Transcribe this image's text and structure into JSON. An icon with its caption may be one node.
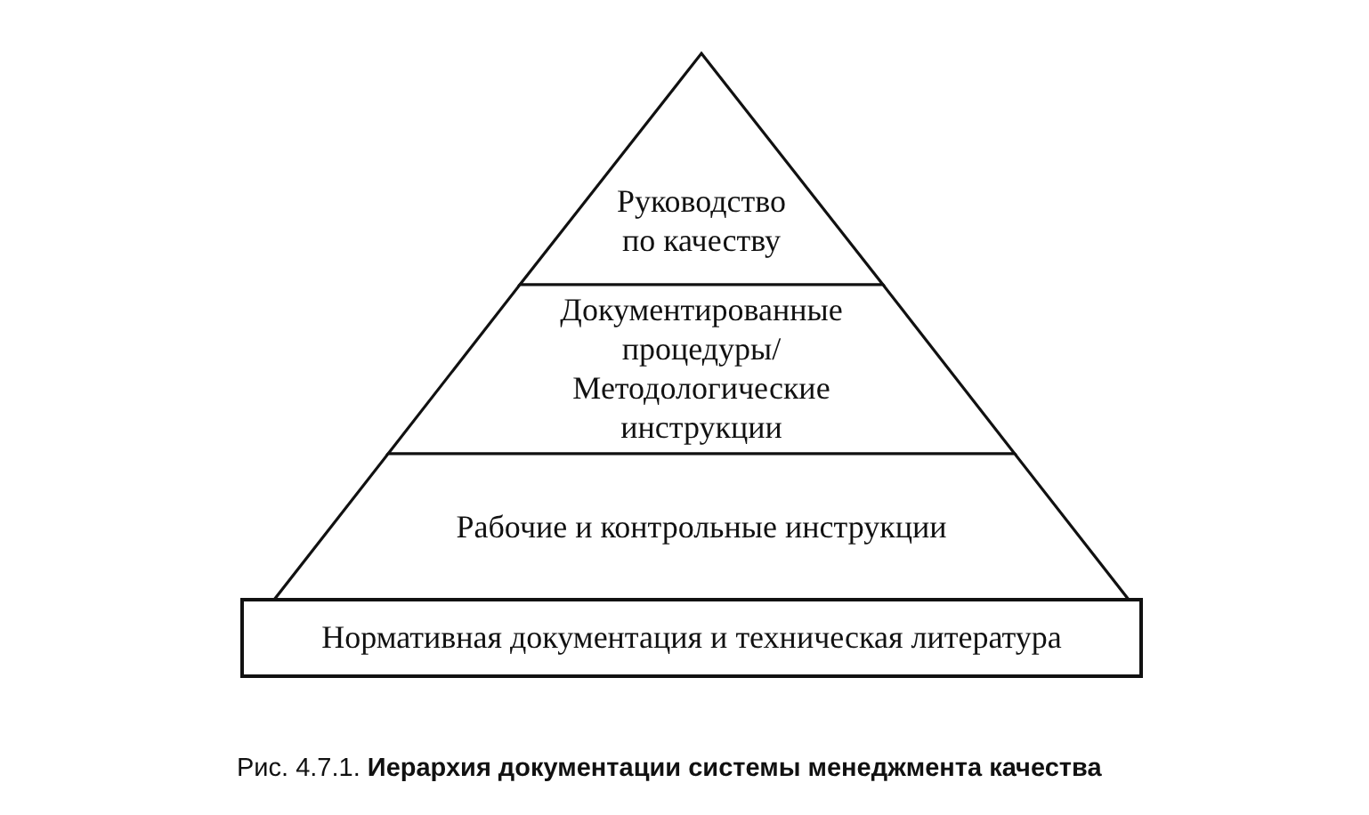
{
  "diagram": {
    "caption": "Рис. 4.7.1. **Иерархия документации системы менеджмента качества**",
    "nodes": [
      {
        "text": [
          "Руководство по качеству"
        ]
      },
      {
        "text": [
          "Документированные процедуры/ Методологические инструкции"
        ]
      },
      {
        "text": [
          "Рабочие и контрольные инструкции"
        ]
      },
      {
        "text": [
          "Нормативная документация и техническая литература"
        ]
      }
    ]
  }
}
